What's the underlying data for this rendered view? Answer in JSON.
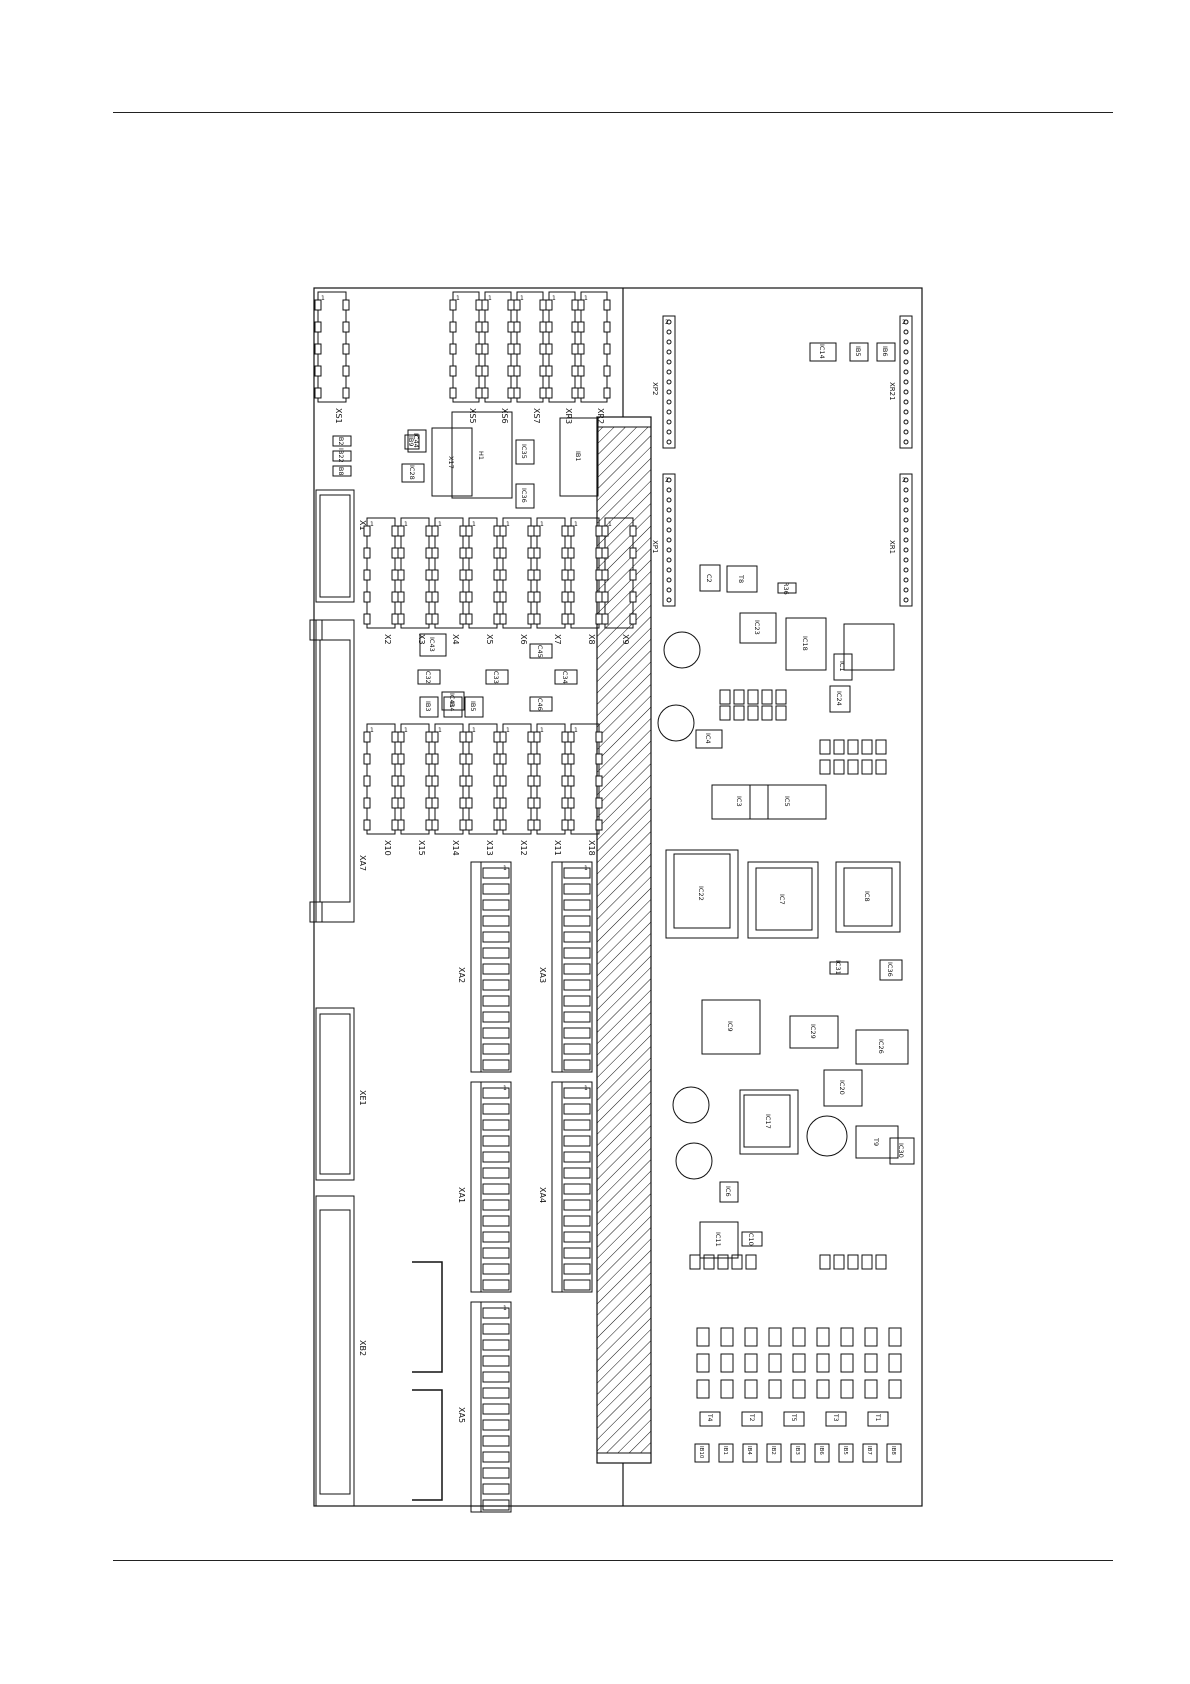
{
  "terminal_blocks_top_left": [
    "XS1"
  ],
  "terminal_blocks_top_right": [
    "XS5",
    "XS6",
    "XS7",
    "XR3",
    "XR2"
  ],
  "terminal_blocks_middle": [
    "X2",
    "X3",
    "X4",
    "X5",
    "X6",
    "X7",
    "X8",
    "X9"
  ],
  "terminal_blocks_lower": [
    "X10",
    "X15",
    "X14",
    "X13",
    "X12",
    "X11",
    "X18"
  ],
  "analog_connectors": [
    "XA2",
    "XA3",
    "XA1",
    "XA4",
    "XA5"
  ],
  "side_connectors": [
    "X1",
    "XA7",
    "XE1",
    "XB2"
  ],
  "header_labels": [
    "XP2",
    "XP1",
    "XR21",
    "XR1"
  ],
  "components_left": [
    "IB2",
    "IB22",
    "IB8",
    "IB9",
    "H1",
    "IC44",
    "IC28",
    "X17",
    "IC35",
    "IC36",
    "IB1",
    "IC43",
    "IC32",
    "IC33",
    "IC41",
    "IC34",
    "IC45",
    "IC46",
    "IB3",
    "IB4",
    "IB5"
  ],
  "components_right": [
    "IC14",
    "IB5",
    "IB6",
    "C2",
    "T8",
    "R36",
    "IC18",
    "IC24",
    "IC23",
    "IC1",
    "IC4",
    "IC3",
    "IC5",
    "IC22",
    "IC7",
    "IC8",
    "IC9",
    "IC26",
    "IC31",
    "IC36",
    "IC29",
    "IC20",
    "IC17",
    "IC11",
    "IC10",
    "IC6",
    "T9",
    "IC30"
  ],
  "transistor_row": [
    "T4",
    "T2",
    "T5",
    "T3",
    "T1"
  ],
  "diode_row": [
    "IB10",
    "IB1",
    "IB4",
    "IB2",
    "IB3",
    "IB6",
    "IB5",
    "IB7",
    "IB8"
  ],
  "pin_markers": [
    "1",
    "2"
  ]
}
